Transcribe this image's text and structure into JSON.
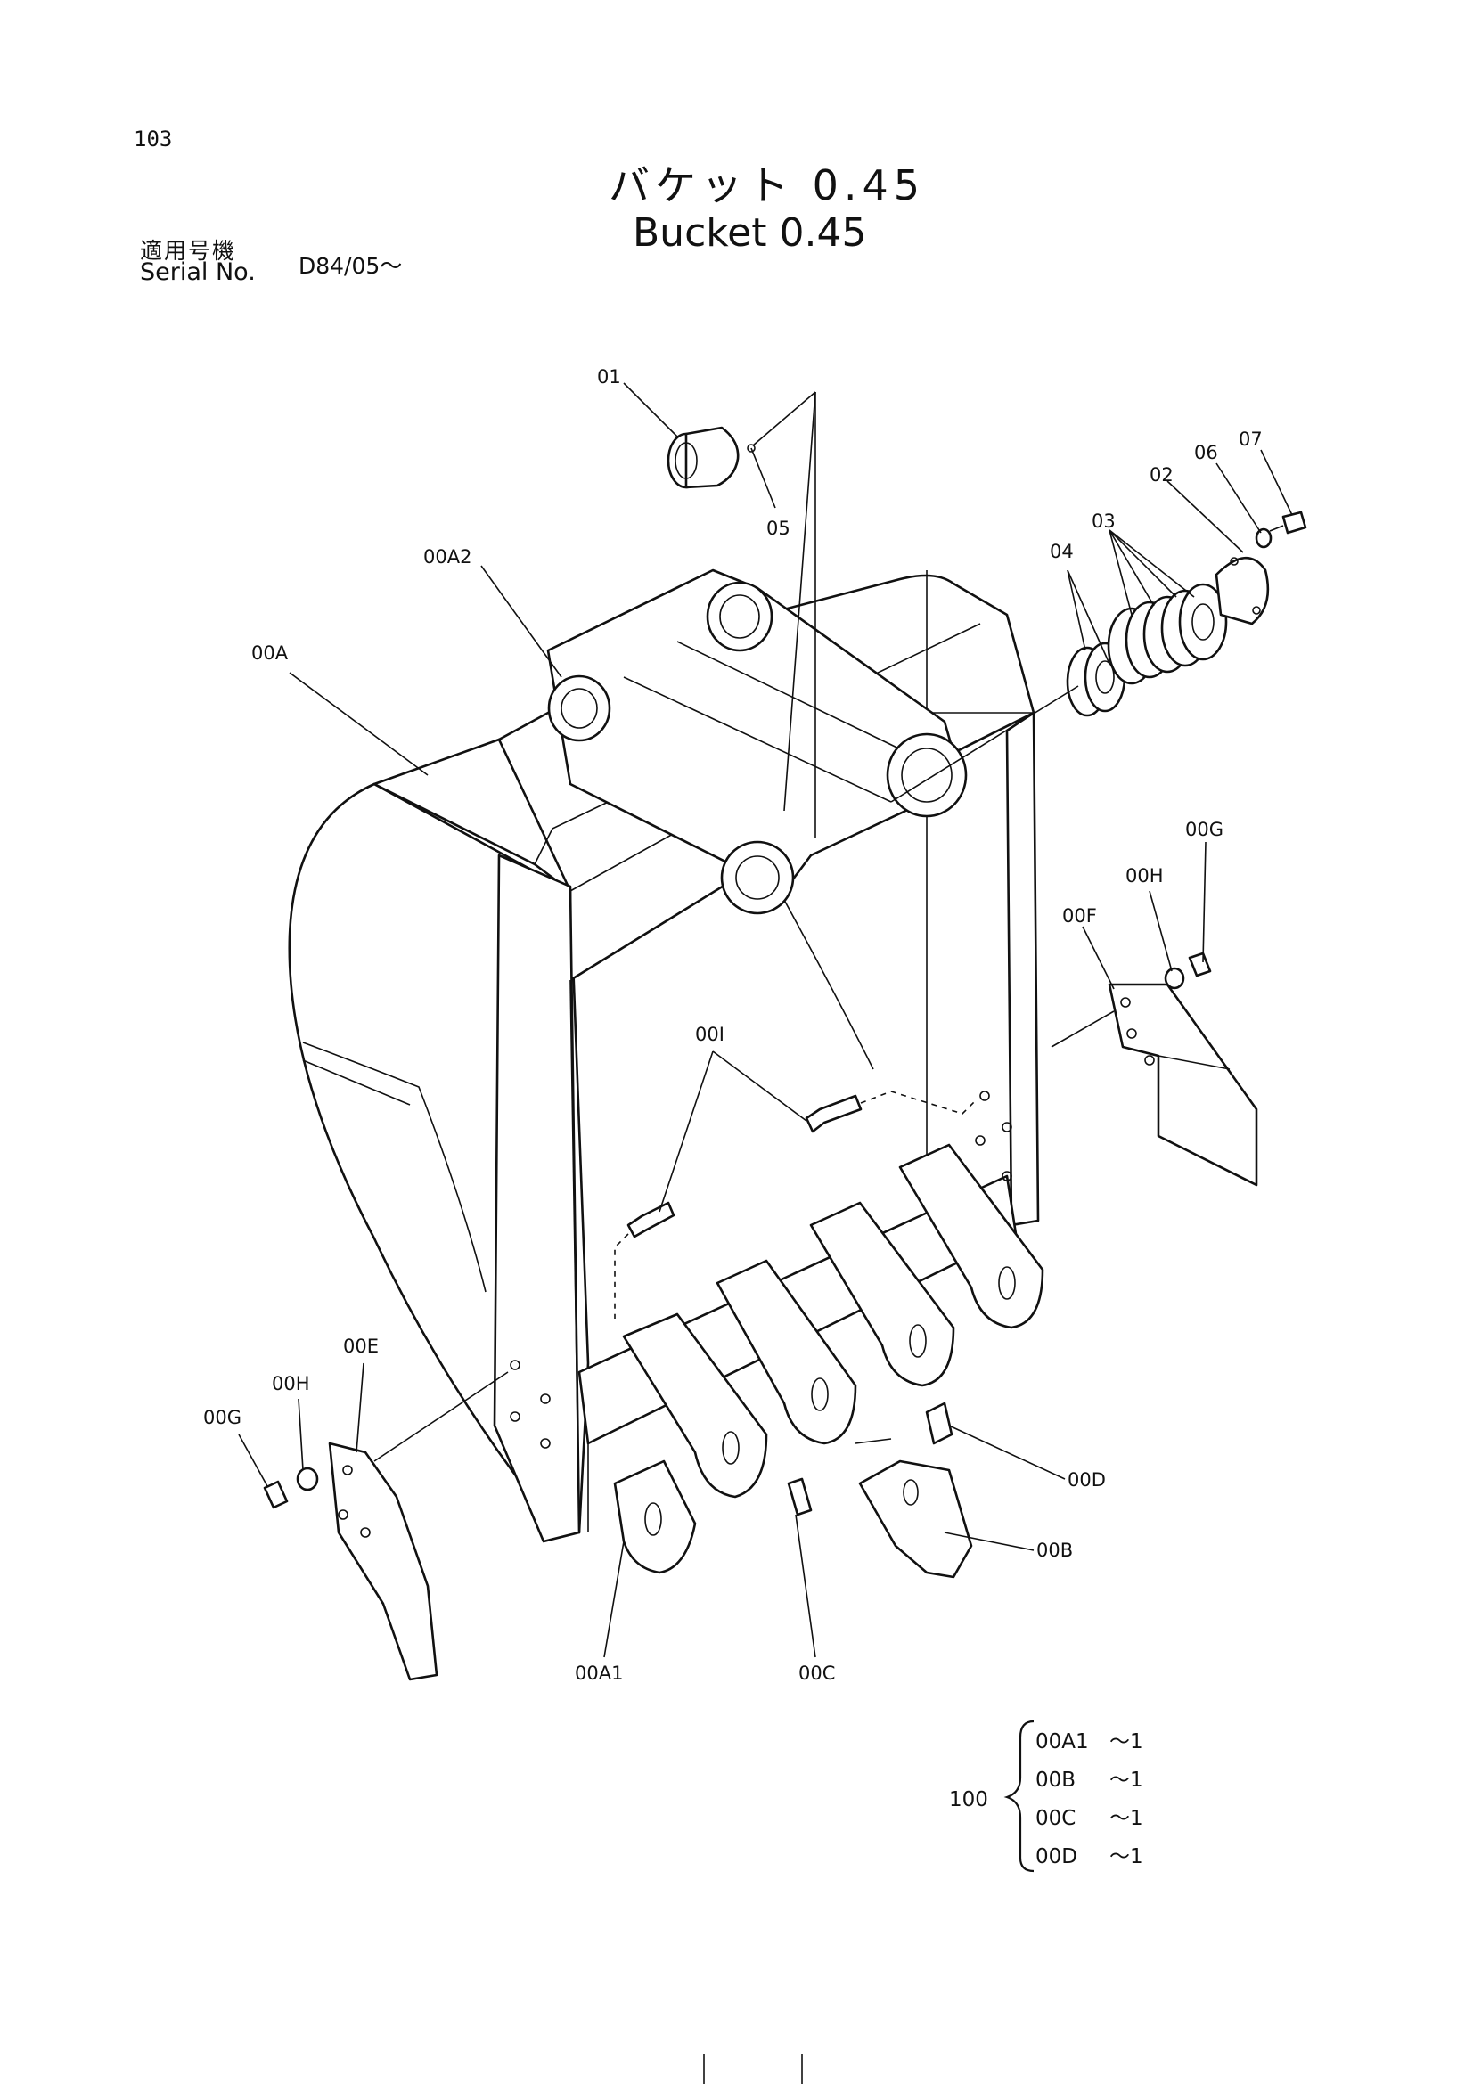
{
  "header": {
    "page_number": "103",
    "title_ja": "バケット 0.45",
    "title_en": "Bucket 0.45",
    "serial_label_ja": "適用号機",
    "serial_label_en": "Serial No.",
    "serial_value": "D84/05～"
  },
  "callouts": {
    "p01": "01",
    "p05": "05",
    "p00A2": "00A2",
    "p00A": "00A",
    "p04": "04",
    "p03": "03",
    "p02": "02",
    "p06": "06",
    "p07": "07",
    "p00G_right": "00G",
    "p00H_right": "00H",
    "p00F": "00F",
    "p00I": "00I",
    "p00E": "00E",
    "p00H_left": "00H",
    "p00G_left": "00G",
    "p00D": "00D",
    "p00B": "00B",
    "p00A1": "00A1",
    "p00C": "00C"
  },
  "kit": {
    "number": "100",
    "items": [
      {
        "part": "00A1",
        "qty": "～1"
      },
      {
        "part": "00B",
        "qty": "～1"
      },
      {
        "part": "00C",
        "qty": "～1"
      },
      {
        "part": "00D",
        "qty": "～1"
      }
    ]
  }
}
